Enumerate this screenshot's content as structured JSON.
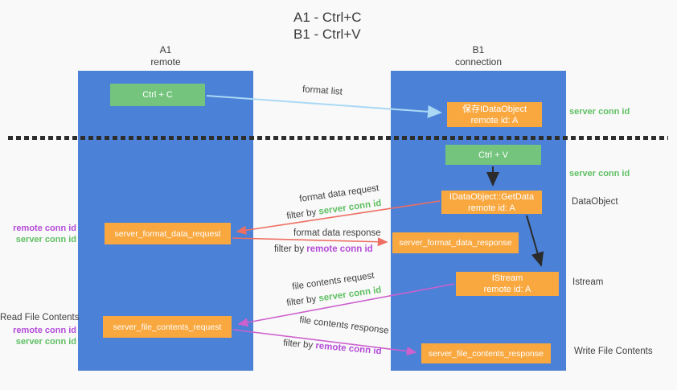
{
  "title": {
    "line1": "A1 - Ctrl+C",
    "line2": "B1 - Ctrl+V"
  },
  "lifelines": {
    "a": {
      "name": "A1",
      "role": "remote"
    },
    "b": {
      "name": "B1",
      "role": "connection"
    }
  },
  "boxes": {
    "ctrl_c": {
      "label": "Ctrl + C"
    },
    "save_idataobject": {
      "label": "保存IDataObject",
      "sub": "remote id: A"
    },
    "ctrl_v": {
      "label": "Ctrl + V"
    },
    "getdata": {
      "label": "IDataObject::GetData",
      "sub": "remote id: A"
    },
    "format_request": {
      "label": "server_format_data_request"
    },
    "format_response": {
      "label": "server_format_data_response"
    },
    "istream": {
      "label": "IStream",
      "sub": "remote id: A"
    },
    "file_request": {
      "label": "server_file_contents_request"
    },
    "file_response": {
      "label": "server_file_contents_response"
    }
  },
  "arrow_labels": {
    "format_list": "format list",
    "format_data_request": "format data request",
    "format_data_response": "format data response",
    "file_contents_request": "file contents request",
    "file_contents_response": "file contents response",
    "filter_prefix": "filter by ",
    "server_conn_id": "server conn id",
    "remote_conn_id": "remote conn id"
  },
  "side_labels": {
    "right_server_conn_id_top": "server conn id",
    "right_server_conn_id_mid": "server conn id",
    "dataobject": "DataObject",
    "istream": "Istream",
    "write_file_contents": "Write File Contents",
    "read_file_contents": "Read File Contents",
    "left_remote_conn_id_top": "remote conn id",
    "left_server_conn_id_top": "server conn id",
    "left_remote_conn_id_bottom": "remote conn id",
    "left_server_conn_id_bottom": "server conn id"
  },
  "colors": {
    "lifeline_blue": "#4b81d6",
    "box_orange": "#f9a840",
    "box_green": "#74c47d",
    "green_text": "#5fbf63",
    "purple_text": "#b44cd8",
    "arrow_red": "#ee6e62",
    "arrow_purple": "#cd61ce",
    "arrow_light_blue": "#abd9f5",
    "arrow_black": "#2b2b2b"
  }
}
